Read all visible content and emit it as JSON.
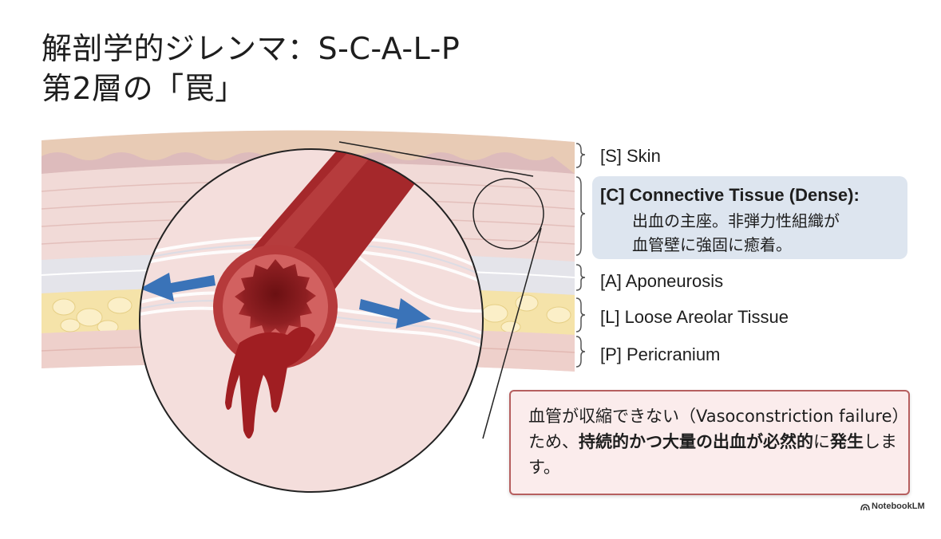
{
  "title": {
    "line1": "解剖学的ジレンマ：S-C-A-L-P",
    "line2": "第2層の「罠」"
  },
  "layers": {
    "skin": "[S] Skin",
    "connective_title": "[C] Connective Tissue (Dense):",
    "connective_desc_1": "出血の主座。非弾力性組織が",
    "connective_desc_2": "血管壁に強固に癒着。",
    "aponeurosis": "[A] Aponeurosis",
    "loose": "[L] Loose Areolar Tissue",
    "pericranium": "[P] Pericranium"
  },
  "note": {
    "part1": "血管が収縮できない（Vasoconstriction failure）ため、",
    "bold": "持続的かつ大量の出血が必然的",
    "part2": "に",
    "bold2": "発生",
    "part3": "します。"
  },
  "brand": "NotebookLM",
  "colors": {
    "skin": "#e9cfbf",
    "dermis": "#f1dcd8",
    "aponeurosis": "#e6e6ea",
    "loose": "#f4e1a8",
    "pericranium": "#efd3cf",
    "vessel": "#a8282a",
    "arrow": "#3a73b8",
    "note_border": "#b65f5f"
  }
}
